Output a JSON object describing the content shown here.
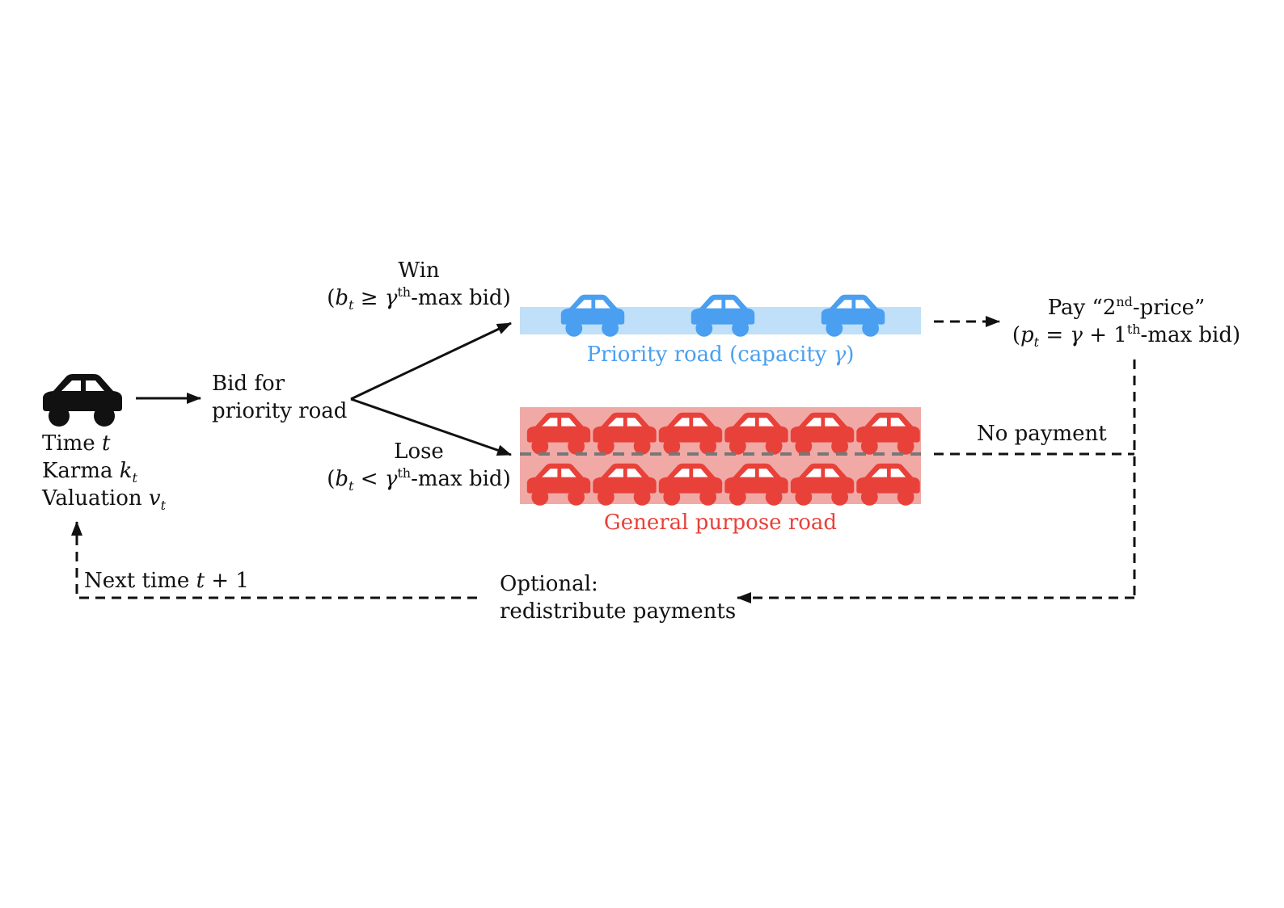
{
  "colors": {
    "priority": "#4a9ff0",
    "priority_bg": "#bfe0f8",
    "general": "#e8413a",
    "general_bg": "#f1a9a6",
    "ink": "#111111"
  },
  "icons": {
    "car": "car-icon"
  },
  "agent": {
    "time_label": "Time",
    "time_var": "t",
    "karma_label": "Karma",
    "karma_var": "k",
    "karma_sub": "t",
    "valuation_label": "Valuation",
    "valuation_var": "v",
    "valuation_sub": "t"
  },
  "bid": {
    "line1": "Bid for",
    "line2": "priority road"
  },
  "win": {
    "title": "Win",
    "open": "(",
    "b": "b",
    "b_sub": "t",
    "rel": " ≥ ",
    "gamma": "γ",
    "sup": "th",
    "rest": "-max bid)"
  },
  "lose": {
    "title": "Lose",
    "open": "(",
    "b": "b",
    "b_sub": "t",
    "rel": " < ",
    "gamma": "γ",
    "sup": "th",
    "rest": "-max bid)"
  },
  "priority_road": {
    "label": "Priority road (capacity ",
    "gamma": "γ",
    "close": ")",
    "cars": 3
  },
  "general_road": {
    "label": "General purpose road",
    "cars_per_lane": 6,
    "lanes": 2
  },
  "pay": {
    "pre": "Pay “2",
    "sup": "nd",
    "post": "-price”",
    "open": "(",
    "p": "p",
    "p_sub": "t",
    "eq": " = ",
    "gamma": "γ",
    "plus": " + 1",
    "sup2": "th",
    "rest": "-max bid)"
  },
  "no_payment": "No payment",
  "optional": {
    "line1": "Optional:",
    "line2": "redistribute payments"
  },
  "next": {
    "label": "Next time ",
    "var": "t",
    "rest": " + 1"
  }
}
